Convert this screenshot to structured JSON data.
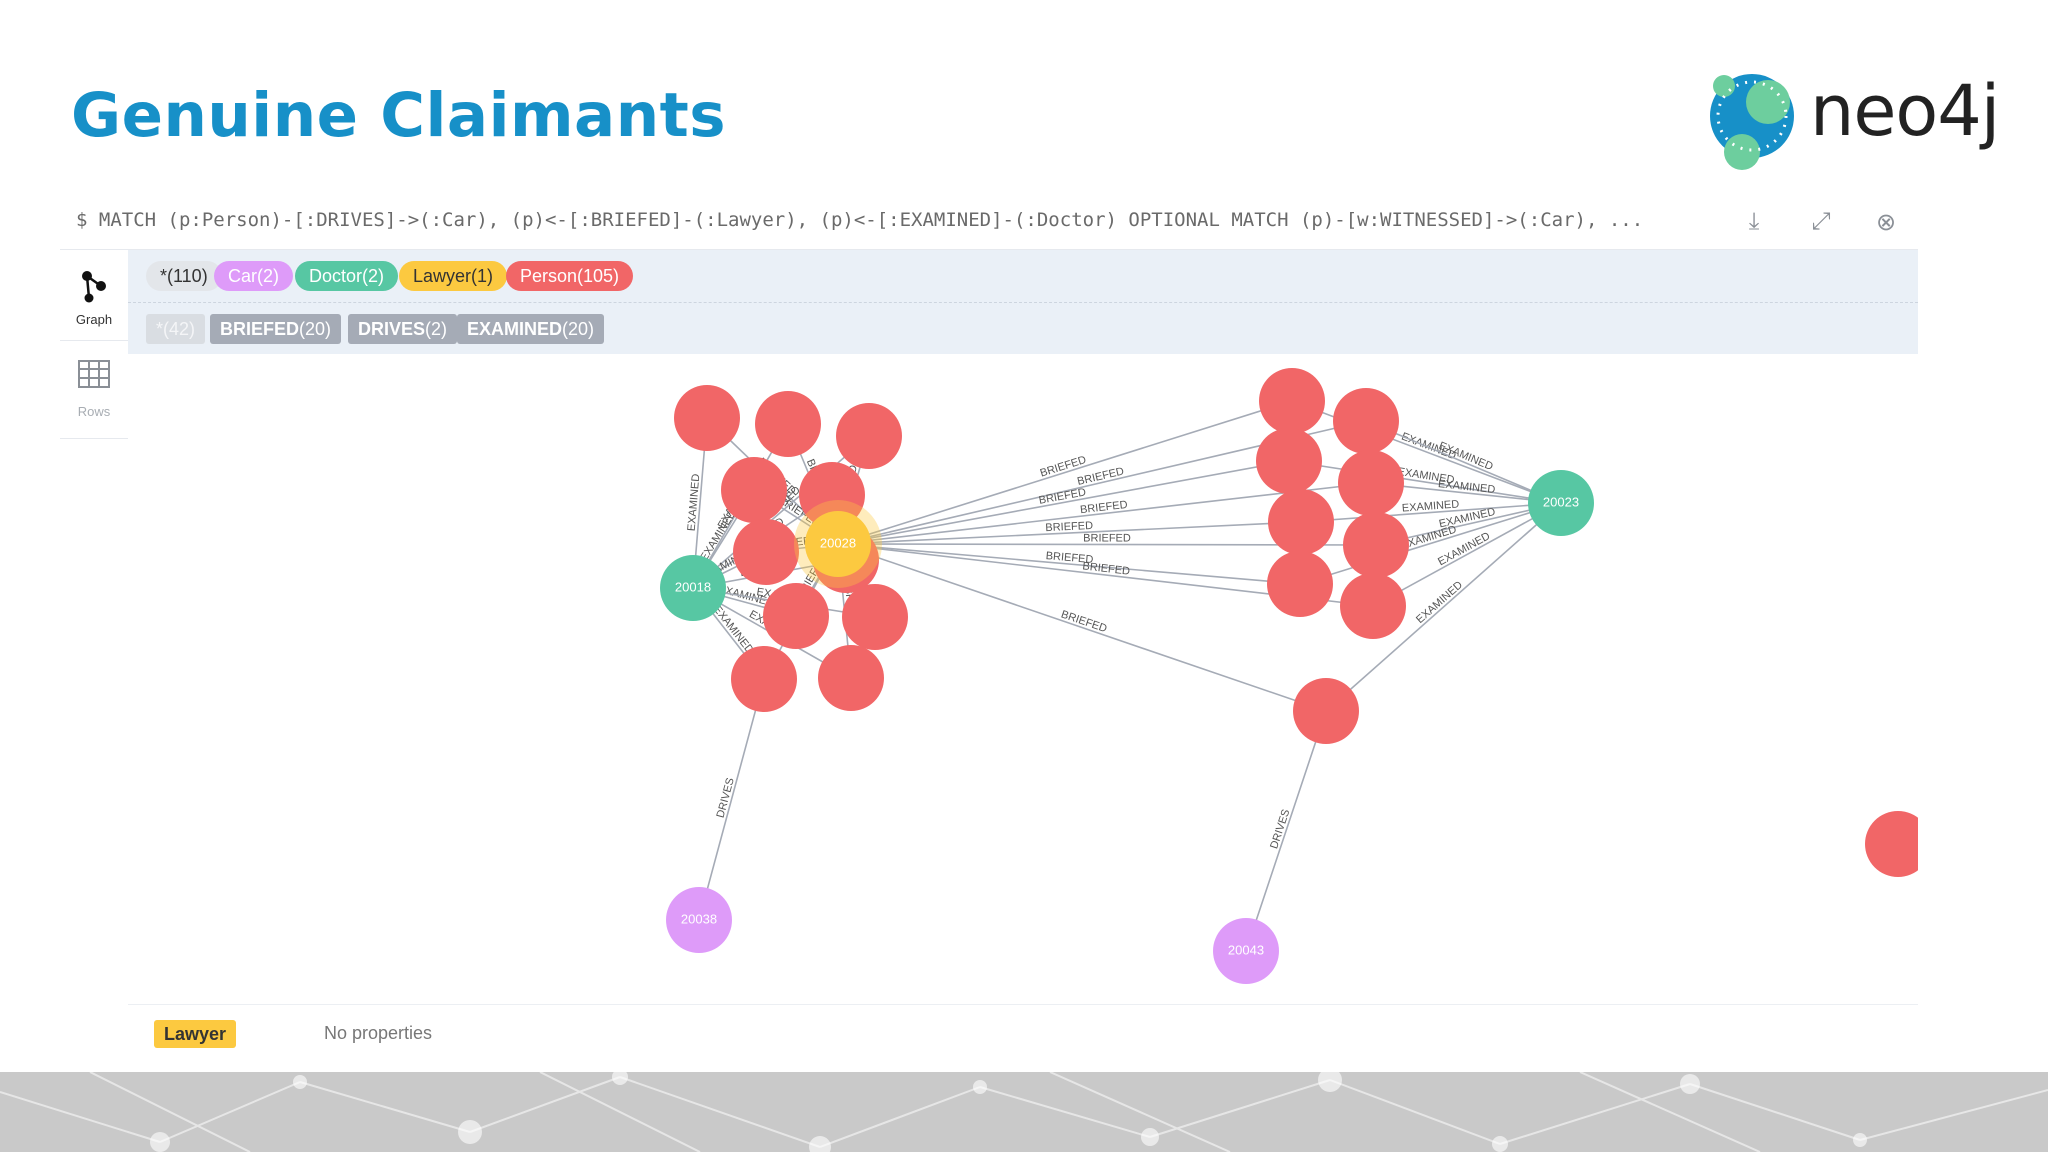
{
  "slide": {
    "title": "Genuine Claimants"
  },
  "logo": {
    "text": "neo4j"
  },
  "query": {
    "text": "$ MATCH (p:Person)-[:DRIVES]->(:Car), (p)<-[:BRIEFED]-(:Lawyer), (p)<-[:EXAMINED]-(:Doctor) OPTIONAL MATCH (p)-[w:WITNESSED]->(:Car), ...",
    "actions": [
      {
        "icon": "download-icon",
        "glyph": "⤓"
      },
      {
        "icon": "expand-icon",
        "glyph": "⤢"
      },
      {
        "icon": "close-circle-icon",
        "glyph": "⊗"
      }
    ]
  },
  "sidebar": {
    "items": [
      {
        "label": "Graph",
        "icon": "graph-icon",
        "active": true
      },
      {
        "label": "Rows",
        "icon": "table-icon",
        "active": false
      }
    ]
  },
  "labels_filter": {
    "items": [
      {
        "text": "*(110)",
        "bg": "#e3e6ea",
        "fg": "#333333"
      },
      {
        "text": "Car(2)",
        "bg": "#de9bf9",
        "fg": "#ffffff"
      },
      {
        "text": "Doctor(2)",
        "bg": "#57c7a3",
        "fg": "#ffffff"
      },
      {
        "text": "Lawyer(1)",
        "bg": "#fcc940",
        "fg": "#333333"
      },
      {
        "text": "Person(105)",
        "bg": "#f16667",
        "fg": "#ffffff"
      }
    ]
  },
  "rel_filter": {
    "all": "*(42)",
    "items": [
      {
        "name": "BRIEFED",
        "count": "(20)"
      },
      {
        "name": "DRIVES",
        "count": "(2)"
      },
      {
        "name": "EXAMINED",
        "count": "(20)"
      }
    ]
  },
  "colors": {
    "person": "#f16667",
    "doctor": "#57c7a3",
    "lawyer": "#fcc940",
    "car": "#de9bf9",
    "edge": "#a5abb6"
  },
  "graph": {
    "doctor_a": "20018",
    "doctor_b": "20023",
    "lawyer": "20028",
    "car_a": "20038",
    "car_b": "20043",
    "rel_briefed": "BRIEFED",
    "rel_examined": "EXAMINED",
    "rel_drives": "DRIVES"
  },
  "footer": {
    "tag": "Lawyer",
    "text": "No properties"
  }
}
